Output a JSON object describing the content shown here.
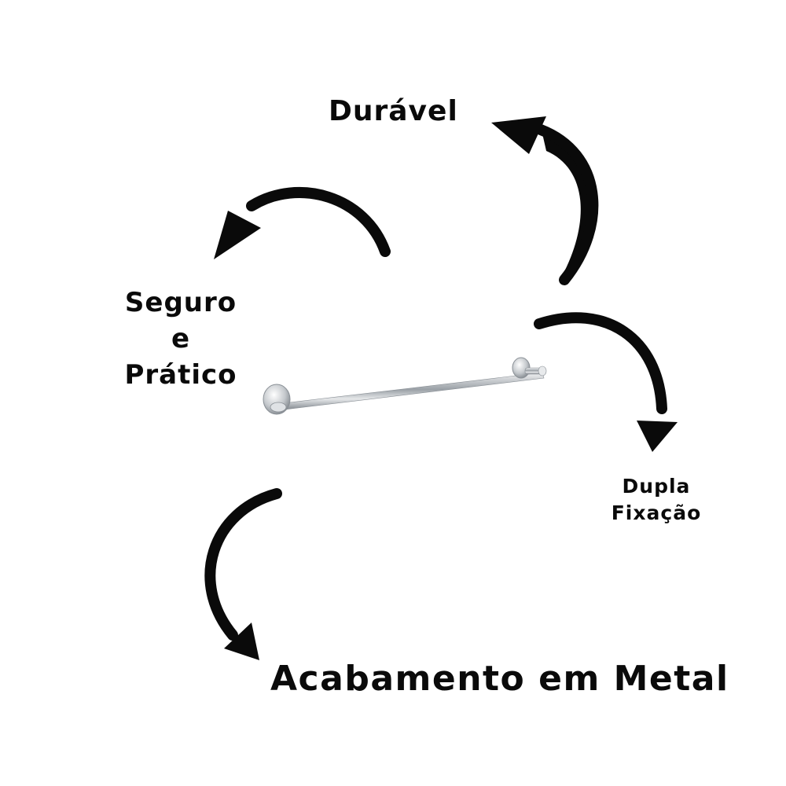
{
  "labels": {
    "top": "Durável",
    "left_line1": "Seguro",
    "left_line2": "e",
    "left_line3": "Prático",
    "right_line1": "Dupla",
    "right_line2": "Fixação",
    "bottom": "Acabamento em Metal"
  },
  "colors": {
    "text": "#0a0a0a",
    "arrow": "#0a0a0a",
    "background": "#ffffff",
    "chrome": "#c8ccd0"
  },
  "icons": {
    "product": "towel-bar-image",
    "arrows": [
      "curved-arrow-icon",
      "curved-arrow-icon",
      "curved-arrow-icon",
      "curved-arrow-icon"
    ]
  }
}
